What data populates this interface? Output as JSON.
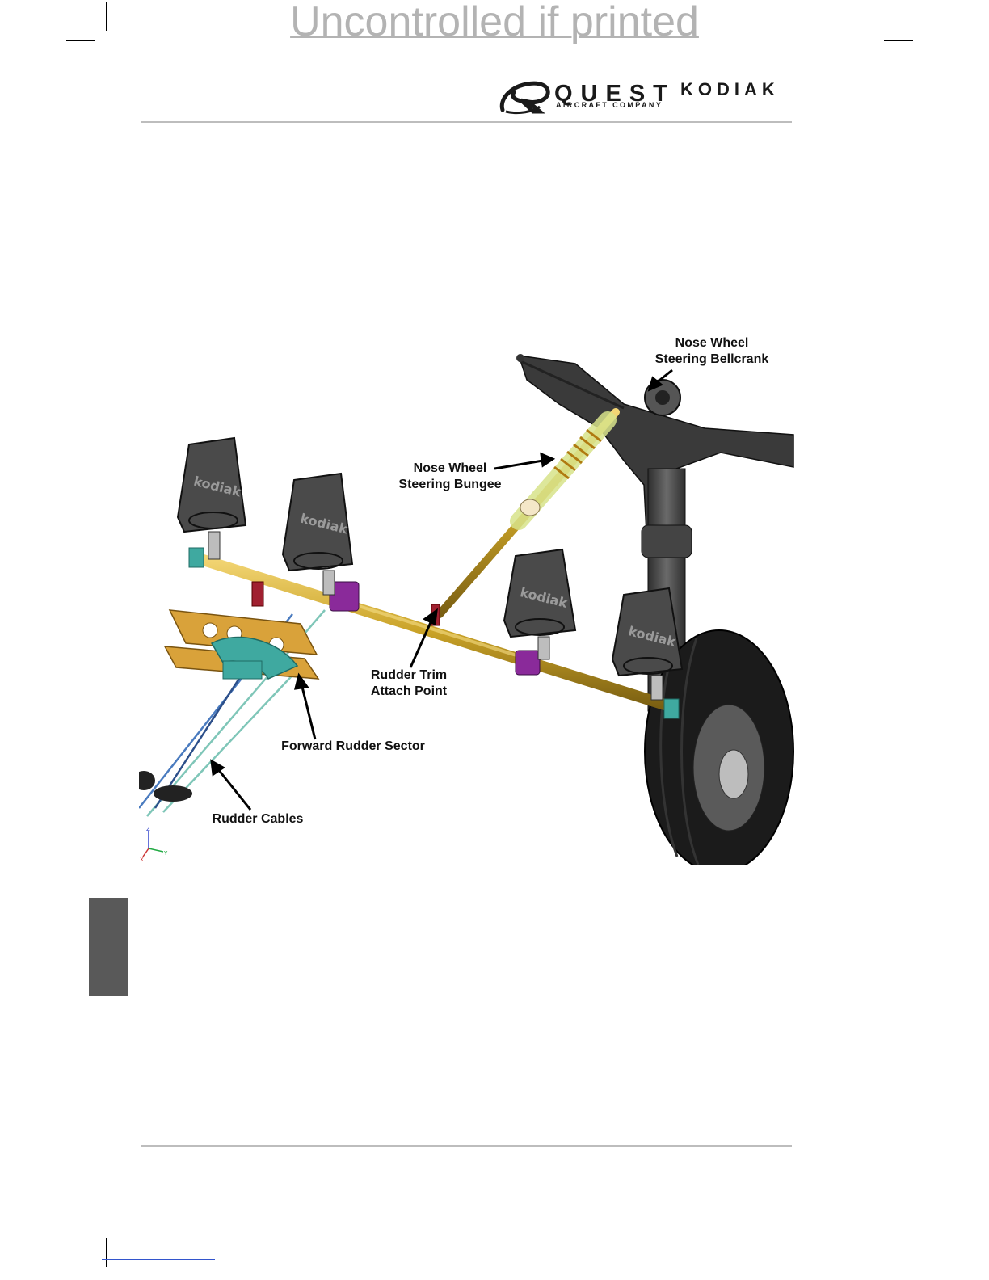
{
  "watermark": {
    "text": "Uncontrolled if printed"
  },
  "header": {
    "logo_quest": "QUEST",
    "logo_subtitle": "AIRCRAFT COMPANY",
    "logo_product": "KODIAK"
  },
  "figure": {
    "callouts": {
      "bellcrank_line1": "Nose Wheel",
      "bellcrank_line2": "Steering Bellcrank",
      "bungee_line1": "Nose Wheel",
      "bungee_line2": "Steering Bungee",
      "trim_line1": "Rudder Trim",
      "trim_line2": "Attach Point",
      "sector": "Forward Rudder Sector",
      "cables": "Rudder Cables"
    },
    "pedal_brand_text": "kodiak",
    "axis_labels": {
      "z": "Z",
      "x": "X",
      "y": "Y"
    }
  },
  "colors": {
    "tube": "#c9a227",
    "pedal": "#4a4a4a",
    "sector": "#3fa9a0",
    "bracket": "#7a2a8a",
    "side_tab": "#595959"
  }
}
